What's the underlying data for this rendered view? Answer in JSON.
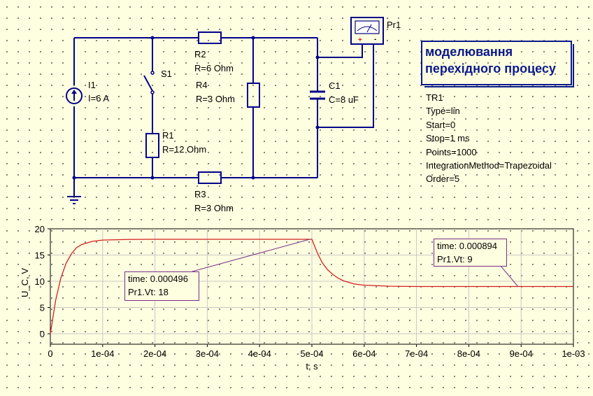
{
  "schematic": {
    "source": {
      "name": "I1",
      "value": "I=6 A"
    },
    "switch": {
      "name": "S1"
    },
    "r1": {
      "name": "R1",
      "value": "R=12 Ohm"
    },
    "r2": {
      "name": "R2",
      "value": "R=6 Ohm"
    },
    "r3": {
      "name": "R3",
      "value": "R=3 Ohm"
    },
    "r4": {
      "name": "R4",
      "value": "R=3 Ohm"
    },
    "c1": {
      "name": "C1",
      "value": "C=8 uF"
    },
    "probe": {
      "name": "Pr1",
      "plus": "+",
      "minus": "-"
    }
  },
  "title_block": {
    "line1": "моделювання",
    "line2": "перехідного процесу"
  },
  "simulation": {
    "name": "TR1",
    "type": "Type=lin",
    "start": "Start=0",
    "stop": "Stop=1 ms",
    "points": "Points=1000",
    "method": "IntegrationMethod=Trapezoidal",
    "order": "Order=5"
  },
  "colors": {
    "wire": "#00008b",
    "curve": "#d41f1f",
    "marker_border": "#7a2f86",
    "grid": "#c8c8c8",
    "background": "#fefee0"
  },
  "markers": [
    {
      "time": "time: 0.000496",
      "value": "Pr1.Vt: 18"
    },
    {
      "time": "time: 0.000894",
      "value": "Pr1.Vt: 9"
    }
  ],
  "chart_data": {
    "type": "line",
    "xlabel": "t, s",
    "ylabel": "U_C, V",
    "xlim": [
      0,
      0.001
    ],
    "ylim": [
      -2,
      20
    ],
    "x_ticks": [
      "0",
      "1e-04",
      "2e-04",
      "3e-04",
      "4e-04",
      "5e-04",
      "6e-04",
      "7e-04",
      "8e-04",
      "9e-04",
      "1e-03"
    ],
    "y_ticks": [
      "0",
      "5",
      "10",
      "15",
      "20"
    ],
    "grid": true,
    "series": [
      {
        "x": [
          0,
          1e-05,
          2e-05,
          3e-05,
          4e-05,
          5e-05,
          6e-05,
          8e-05,
          0.0001,
          0.00015,
          0.0002,
          0.0003,
          0.0004,
          0.0005,
          0.00051,
          0.00052,
          0.00053,
          0.00054,
          0.00055,
          0.00056,
          0.00058,
          0.0006,
          0.00065,
          0.0007,
          0.0008,
          0.0009,
          0.001
        ],
        "values": [
          0,
          6.3,
          10.6,
          13.4,
          15.2,
          16.4,
          17.0,
          17.6,
          17.85,
          17.97,
          18,
          18,
          18,
          18,
          15.5,
          13.5,
          12.2,
          11.3,
          10.6,
          10.1,
          9.5,
          9.25,
          9.05,
          9.0,
          9,
          9,
          9
        ]
      }
    ],
    "marker_points": [
      {
        "x": 0.000496,
        "y": 18
      },
      {
        "x": 0.000894,
        "y": 9
      }
    ]
  }
}
